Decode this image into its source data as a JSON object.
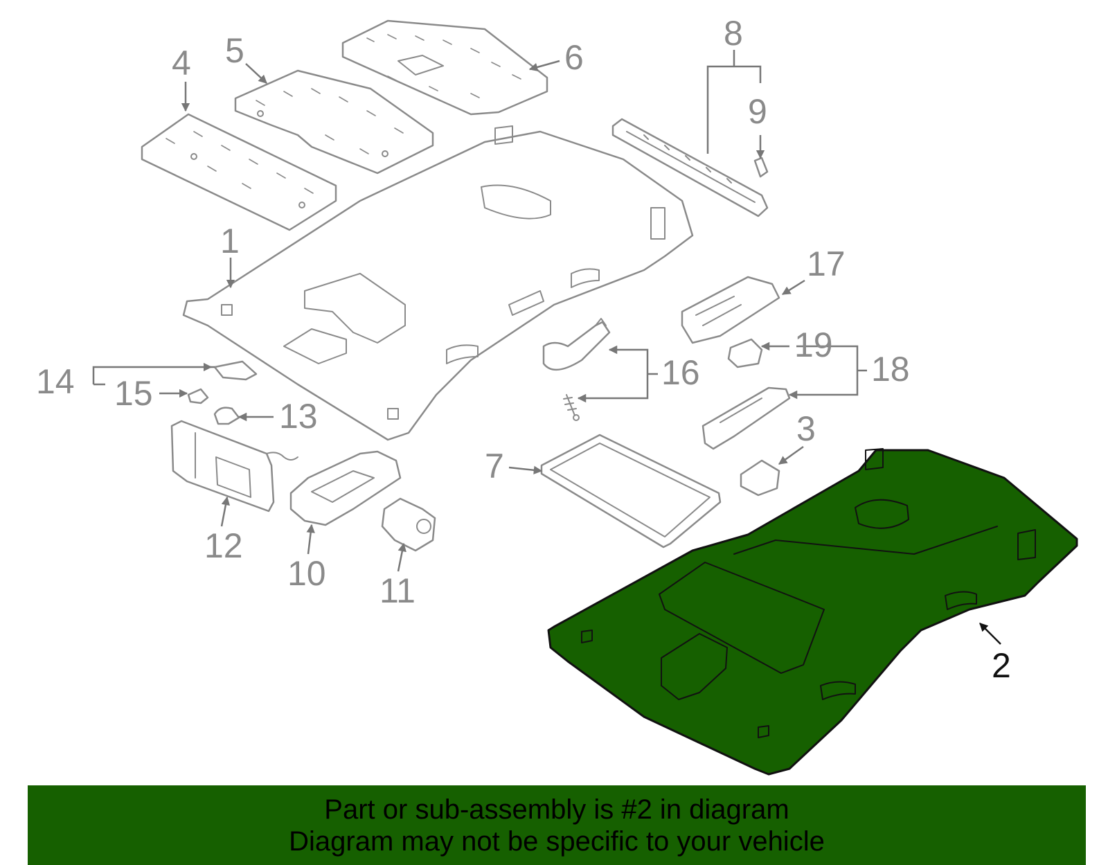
{
  "banner": {
    "line1": "Part or sub-assembly is #2 in diagram",
    "line2": "Diagram may not be specific to your vehicle"
  },
  "callouts": {
    "c1": "1",
    "c2": "2",
    "c3": "3",
    "c4": "4",
    "c5": "5",
    "c6": "6",
    "c7": "7",
    "c8": "8",
    "c9": "9",
    "c10": "10",
    "c11": "11",
    "c12": "12",
    "c13": "13",
    "c14": "14",
    "c15": "15",
    "c16": "16",
    "c17": "17",
    "c18": "18",
    "c19": "19"
  },
  "highlight": {
    "part_number": "2",
    "fill_color": "#166000",
    "banner_color": "#166000"
  },
  "colors": {
    "line_art": "#8a8a8a",
    "highlight_outline": "#111111"
  }
}
